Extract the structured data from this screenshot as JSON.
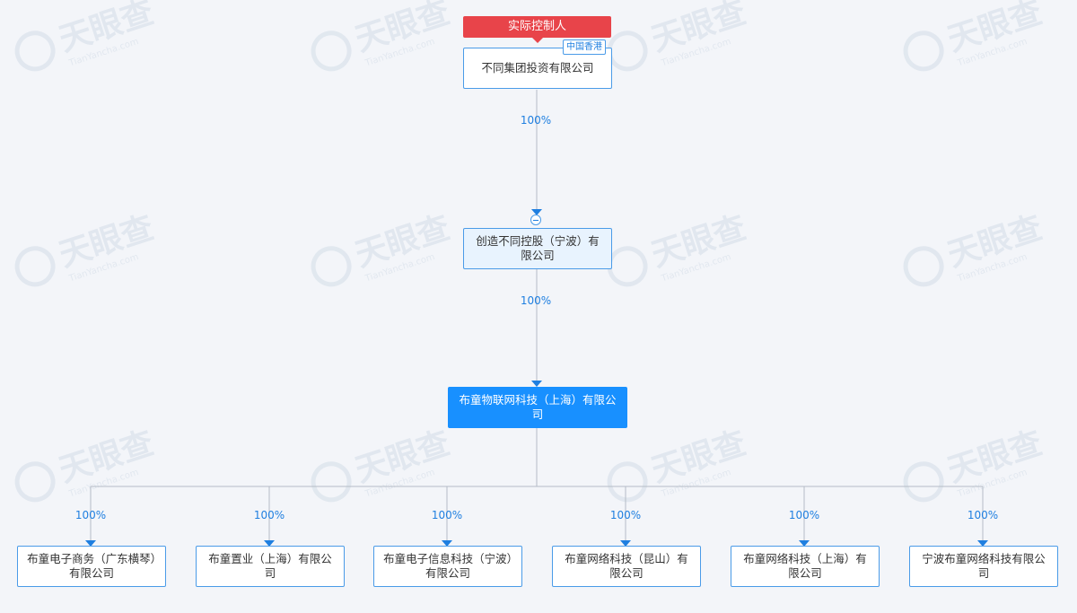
{
  "watermark": {
    "brand": "天眼查",
    "site": "TianYancha.com"
  },
  "controller_badge": "实际控制人",
  "root": {
    "name": "不同集团投资有限公司",
    "region": "中国香港"
  },
  "edges": {
    "root_to_mid": "100%",
    "mid_to_focus": "100%"
  },
  "mid": {
    "name": "创造不同控股（宁波）有限公司"
  },
  "focus": {
    "name": "布童物联网科技（上海）有限公司"
  },
  "subsidiaries": [
    {
      "name": "布童电子商务（广东横琴）有限公司",
      "share": "100%"
    },
    {
      "name": "布童置业（上海）有限公司",
      "share": "100%"
    },
    {
      "name": "布童电子信息科技（宁波）有限公司",
      "share": "100%"
    },
    {
      "name": "布童网络科技（昆山）有限公司",
      "share": "100%"
    },
    {
      "name": "布童网络科技（上海）有限公司",
      "share": "100%"
    },
    {
      "name": "宁波布童网络科技有限公司",
      "share": "100%"
    }
  ]
}
